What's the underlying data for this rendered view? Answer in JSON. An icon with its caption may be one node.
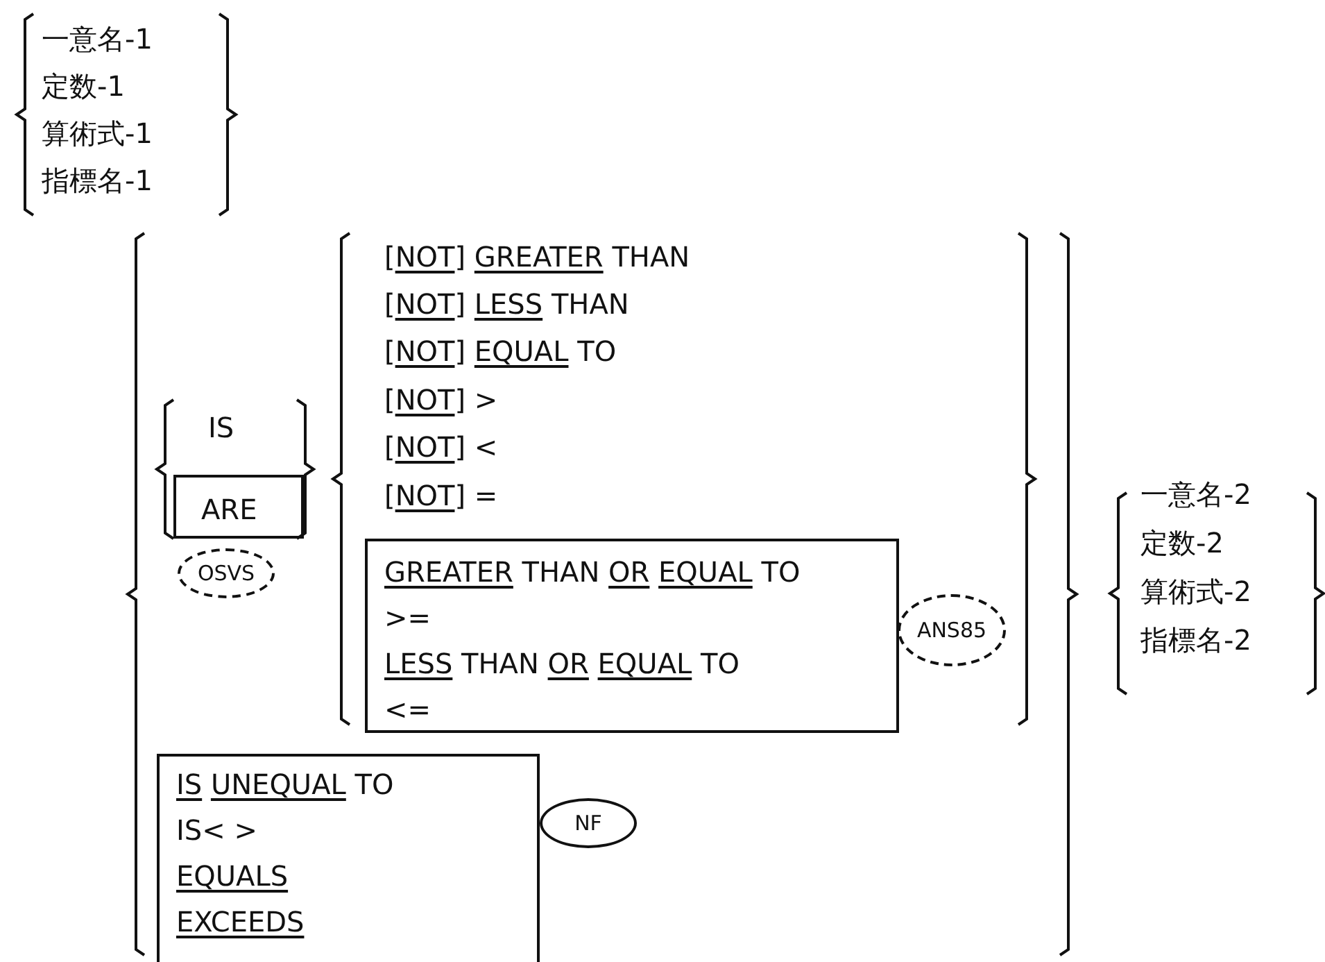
{
  "diagram": {
    "nodes": [
      {
        "text": [
          "ARE"
        ]
      },
      {
        "text": [
          "OSVS"
        ]
      },
      {
        "text": [
          "GREATER THAN OR EQUAL TO",
          ">=",
          "LESS THAN OR EQUAL TO",
          "<="
        ]
      },
      {
        "text": [
          "ANS85"
        ]
      },
      {
        "text": [
          "IS UNEQUAL TO",
          "IS< >",
          "EQUALS",
          "EXCEEDS"
        ]
      },
      {
        "text": [
          "NF"
        ]
      }
    ],
    "edges": [],
    "labels": [
      "一意名-1",
      "定数-1",
      "算術式-1",
      "指標名-1",
      "IS",
      "[NOT] GREATER THAN",
      "[NOT] LESS THAN",
      "[NOT] EQUAL TO",
      "[NOT] >",
      "[NOT] <",
      "[NOT] =",
      "一意名-2",
      "定数-2",
      "算術式-2",
      "指標名-2"
    ]
  }
}
